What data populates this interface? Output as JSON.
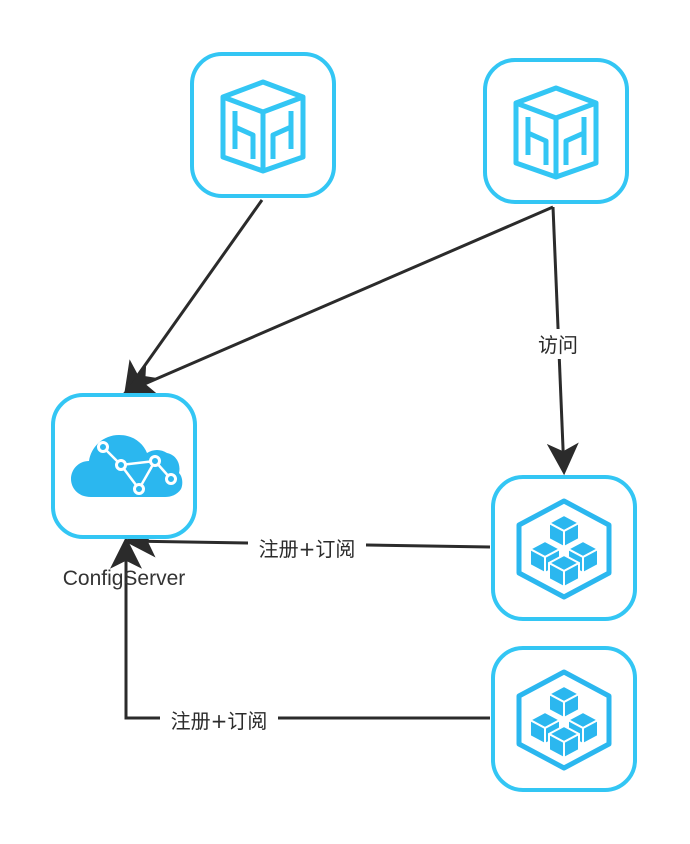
{
  "nodes": {
    "client_a": {
      "icon": "box-outline-icon"
    },
    "client_b": {
      "icon": "box-outline-icon"
    },
    "config_server": {
      "icon": "cloud-network-icon",
      "label": "ConfigServer"
    },
    "service_a": {
      "icon": "cube-cluster-icon"
    },
    "service_b": {
      "icon": "cube-cluster-icon"
    }
  },
  "edges": {
    "visit_label": "访问",
    "register_label_1": "注册+订阅",
    "register_label_2": "注册+订阅"
  },
  "colors": {
    "node_border": "#33c6f4",
    "icon_fill": "#2bb7ef",
    "edge": "#2b2b2b"
  }
}
